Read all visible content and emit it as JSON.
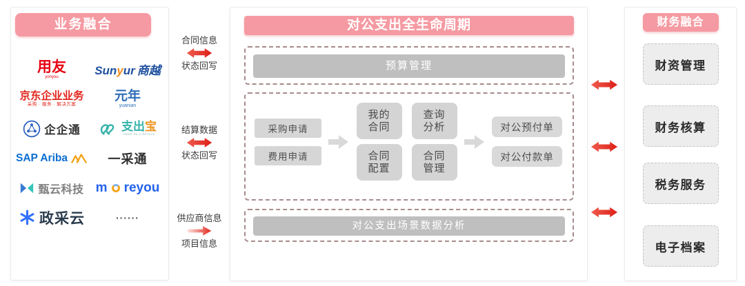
{
  "colors": {
    "pink_header": "#F59AA2",
    "arrow_red": "#E2261D",
    "dashed_border": "#A68B8B",
    "bar_gray": "#BFBFBF",
    "flow_box_gray": "#D6D6D6",
    "right_box_bg": "#EDEDED"
  },
  "left_panel": {
    "title": "业务融合",
    "logos": [
      {
        "name": "yonyou",
        "text": "用友",
        "sub": "yonyou"
      },
      {
        "name": "sunyur-shangyue",
        "p1": "Sun",
        "p2": "y",
        "p3": "ur",
        "cn": "商越"
      },
      {
        "name": "jd-enterprise",
        "text": "京东企业业务",
        "sub": "采购 · 服务 · 解决方案"
      },
      {
        "name": "yuanian",
        "text": "元年",
        "sub": "yuanian"
      },
      {
        "name": "qiqitong",
        "text": "企企通"
      },
      {
        "name": "zhichubao",
        "p1": "支出",
        "p2": "宝",
        "sub": "Value as a Service"
      },
      {
        "name": "sap-ariba",
        "text": "SAP Ariba"
      },
      {
        "name": "yicaitong",
        "text": "一采通"
      },
      {
        "name": "zhenyun-tech",
        "text": "甄云科技"
      },
      {
        "name": "moreyou",
        "p1": "m",
        "p3": "reyou"
      },
      {
        "name": "zhengcaiyun",
        "text": "政采云"
      },
      {
        "name": "more-ellipsis",
        "text": "······"
      }
    ]
  },
  "connectors_left": [
    {
      "line1": "合同信息",
      "line2": "状态回写",
      "arrow": "double"
    },
    {
      "line1": "结算数据",
      "line2": "状态回写",
      "arrow": "double"
    },
    {
      "line1": "供应商信息",
      "line2": "项目信息",
      "arrow": "right"
    }
  ],
  "center_panel": {
    "title": "对公支出全生命周期",
    "budget_bar": "预算管理",
    "flow": {
      "inputs": [
        "采购申请",
        "费用申请"
      ],
      "middle": [
        {
          "l1": "我的",
          "l2": "合同"
        },
        {
          "l1": "查询",
          "l2": "分析"
        },
        {
          "l1": "合同",
          "l2": "配置"
        },
        {
          "l1": "合同",
          "l2": "管理"
        }
      ],
      "outputs": [
        "对公预付单",
        "对公付款单"
      ]
    },
    "analysis_bar": "对公支出场景数据分析"
  },
  "right_panel": {
    "title": "财务融合",
    "boxes": [
      "财资管理",
      "财务核算",
      "税务服务",
      "电子档案"
    ]
  }
}
